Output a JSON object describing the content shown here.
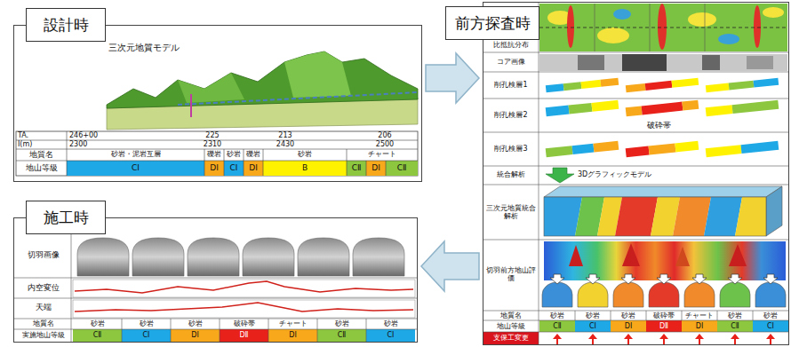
{
  "diagram": {
    "nodes": [
      {
        "text": [
          "設計時"
        ]
      },
      {
        "text": [
          "前方探査時"
        ]
      },
      {
        "text": [
          "施工時"
        ]
      }
    ],
    "edges": [
      {
        "from": 0,
        "to": 1,
        "arrow": "to"
      },
      {
        "from": 1,
        "to": 2,
        "arrow": "to"
      }
    ],
    "labels": [
      "三次元地質モデル",
      "TA.",
      "246+00",
      "225",
      "213",
      "206",
      "I(m)",
      "2300",
      "2310",
      "2430",
      "2500",
      "地質名",
      "砂岩・泥岩互層",
      "礫岩",
      "砂岩",
      "礫岩",
      "砂岩",
      "チャート",
      "地山等級",
      "CⅠ",
      "DⅠ",
      "CⅠ",
      "DⅠ",
      "B",
      "CⅡ",
      "DⅠ",
      "CⅡ",
      "比抵抗分布",
      "コア画像",
      "削孔検層1",
      "削孔検層2",
      "削孔検層3",
      "破砕帯",
      "統合解析",
      "3Dグラフィックモデル",
      "三次元地質統合解析",
      "切羽前方地山評価",
      "地質名",
      "砂岩",
      "砂岩",
      "砂岩",
      "破砕帯",
      "チャート",
      "砂岩",
      "砂岩",
      "地山等級",
      "CⅡ",
      "CⅠ",
      "DⅠ",
      "DⅡ",
      "DⅠ",
      "CⅡ",
      "CⅠ",
      "支保工変更",
      "切羽画像",
      "内空変位",
      "天端",
      "地質名",
      "砂岩",
      "砂岩",
      "砂岩",
      "破砕帯",
      "チャート",
      "砂岩",
      "砂岩",
      "実施地山等級",
      "CⅡ",
      "CⅠ",
      "DⅠ",
      "DⅡ",
      "DⅠ",
      "CⅡ",
      "CⅠ"
    ]
  }
}
